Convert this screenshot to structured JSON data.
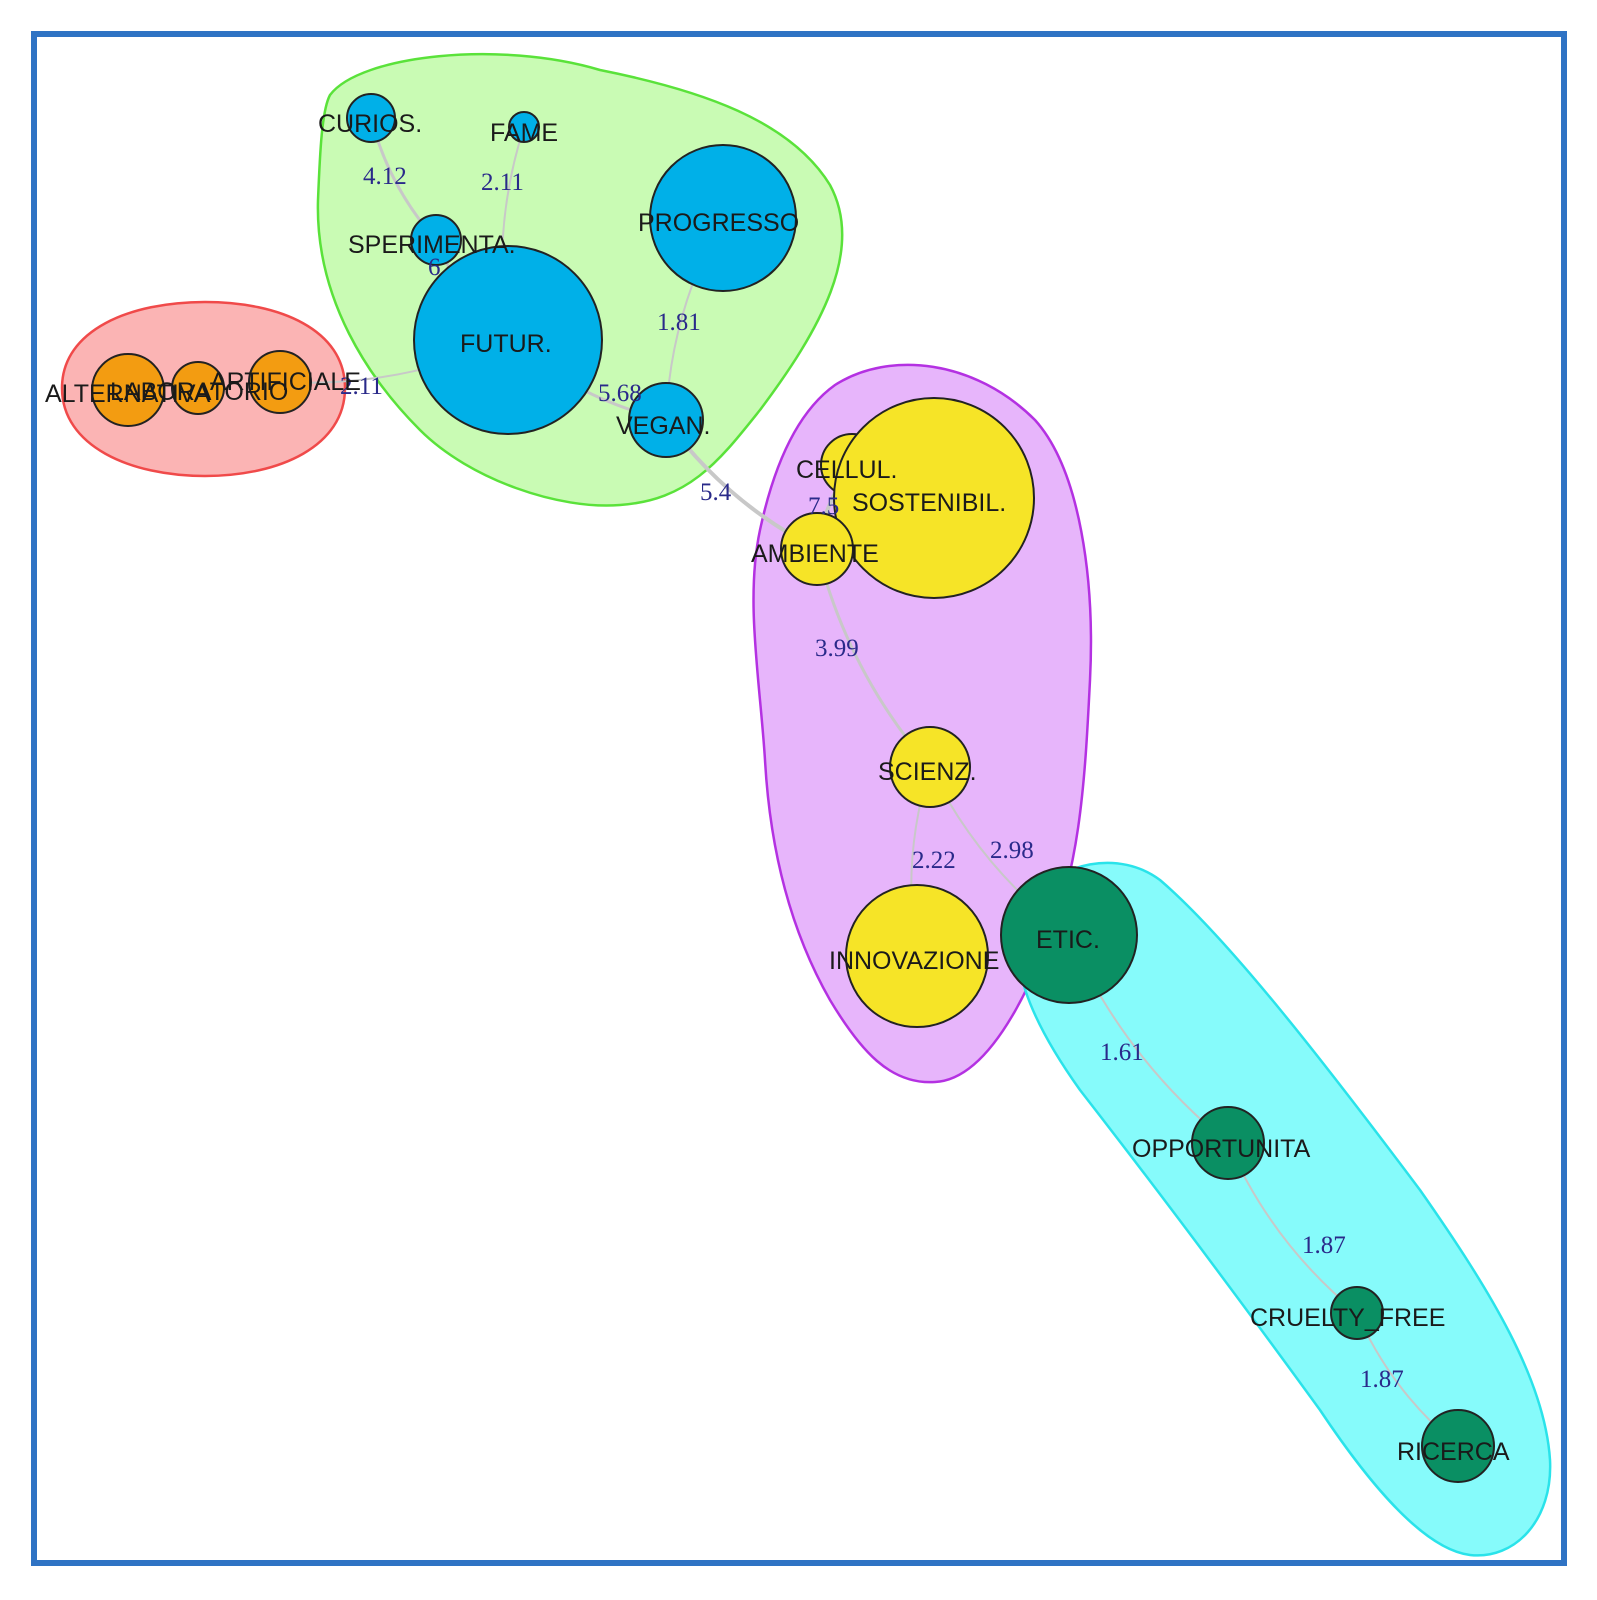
{
  "colors": {
    "frame": "#2f73c4",
    "edge": "#c8c8c8",
    "edge_label": "#2a2a8a"
  },
  "clusters": [
    {
      "id": "red",
      "fill": "#fbb4b4",
      "stroke": "#f04a4a"
    },
    {
      "id": "green",
      "fill": "#c9fbb4",
      "stroke": "#5ae23a"
    },
    {
      "id": "purple",
      "fill": "#e7b5fb",
      "stroke": "#b431e2"
    },
    {
      "id": "cyan",
      "fill": "#86fbfb",
      "stroke": "#2ae3ea"
    }
  ],
  "nodes": [
    {
      "id": "alternativa",
      "label": "ALTERNATIVA",
      "color": "#f39c11"
    },
    {
      "id": "laboratorio",
      "label": "LABORATORIO",
      "color": "#f39c11"
    },
    {
      "id": "artificiale",
      "label": "ARTIFICIALE",
      "color": "#f39c11"
    },
    {
      "id": "curios",
      "label": "CURIOS.",
      "color": "#00b0e8"
    },
    {
      "id": "fame",
      "label": "FAME",
      "color": "#00b0e8"
    },
    {
      "id": "sperimenta",
      "label": "SPERIMENTA.",
      "color": "#00b0e8"
    },
    {
      "id": "progresso",
      "label": "PROGRESSO",
      "color": "#00b0e8"
    },
    {
      "id": "futur",
      "label": "FUTUR.",
      "color": "#00b0e8"
    },
    {
      "id": "vegan",
      "label": "VEGAN.",
      "color": "#00b0e8"
    },
    {
      "id": "cellul",
      "label": "CELLUL.",
      "color": "#f6e427"
    },
    {
      "id": "sostenibil",
      "label": "SOSTENIBIL.",
      "color": "#f6e427"
    },
    {
      "id": "ambiente",
      "label": "AMBIENTE",
      "color": "#f6e427"
    },
    {
      "id": "scienz",
      "label": "SCIENZ.",
      "color": "#f6e427"
    },
    {
      "id": "innovazione",
      "label": "INNOVAZIONE",
      "color": "#f6e427"
    },
    {
      "id": "etic",
      "label": "ETIC.",
      "color": "#0a8f63"
    },
    {
      "id": "opportunita",
      "label": "OPPORTUNITA",
      "color": "#0a8f63"
    },
    {
      "id": "cruelty_free",
      "label": "CRUELTY_FREE",
      "color": "#0a8f63"
    },
    {
      "id": "ricerca",
      "label": "RICERCA",
      "color": "#0a8f63"
    }
  ],
  "edges": [
    {
      "source": "artificiale",
      "target": "futur",
      "label": "2.11"
    },
    {
      "source": "curios",
      "target": "sperimenta",
      "label": "4.12"
    },
    {
      "source": "fame",
      "target": "futur",
      "label": "2.11"
    },
    {
      "source": "sperimenta",
      "target": "futur",
      "label": "6"
    },
    {
      "source": "progresso",
      "target": "vegan",
      "label": "1.81"
    },
    {
      "source": "futur",
      "target": "vegan",
      "label": "5.68"
    },
    {
      "source": "vegan",
      "target": "ambiente",
      "label": "5.4"
    },
    {
      "source": "cellul",
      "target": "ambiente",
      "label": "7.5"
    },
    {
      "source": "ambiente",
      "target": "scienz",
      "label": "3.99"
    },
    {
      "source": "scienz",
      "target": "innovazione",
      "label": "2.22"
    },
    {
      "source": "scienz",
      "target": "etic",
      "label": "2.98"
    },
    {
      "source": "etic",
      "target": "opportunita",
      "label": "1.61"
    },
    {
      "source": "opportunita",
      "target": "cruelty_free",
      "label": "1.87"
    },
    {
      "source": "cruelty_free",
      "target": "ricerca",
      "label": "1.87"
    }
  ]
}
